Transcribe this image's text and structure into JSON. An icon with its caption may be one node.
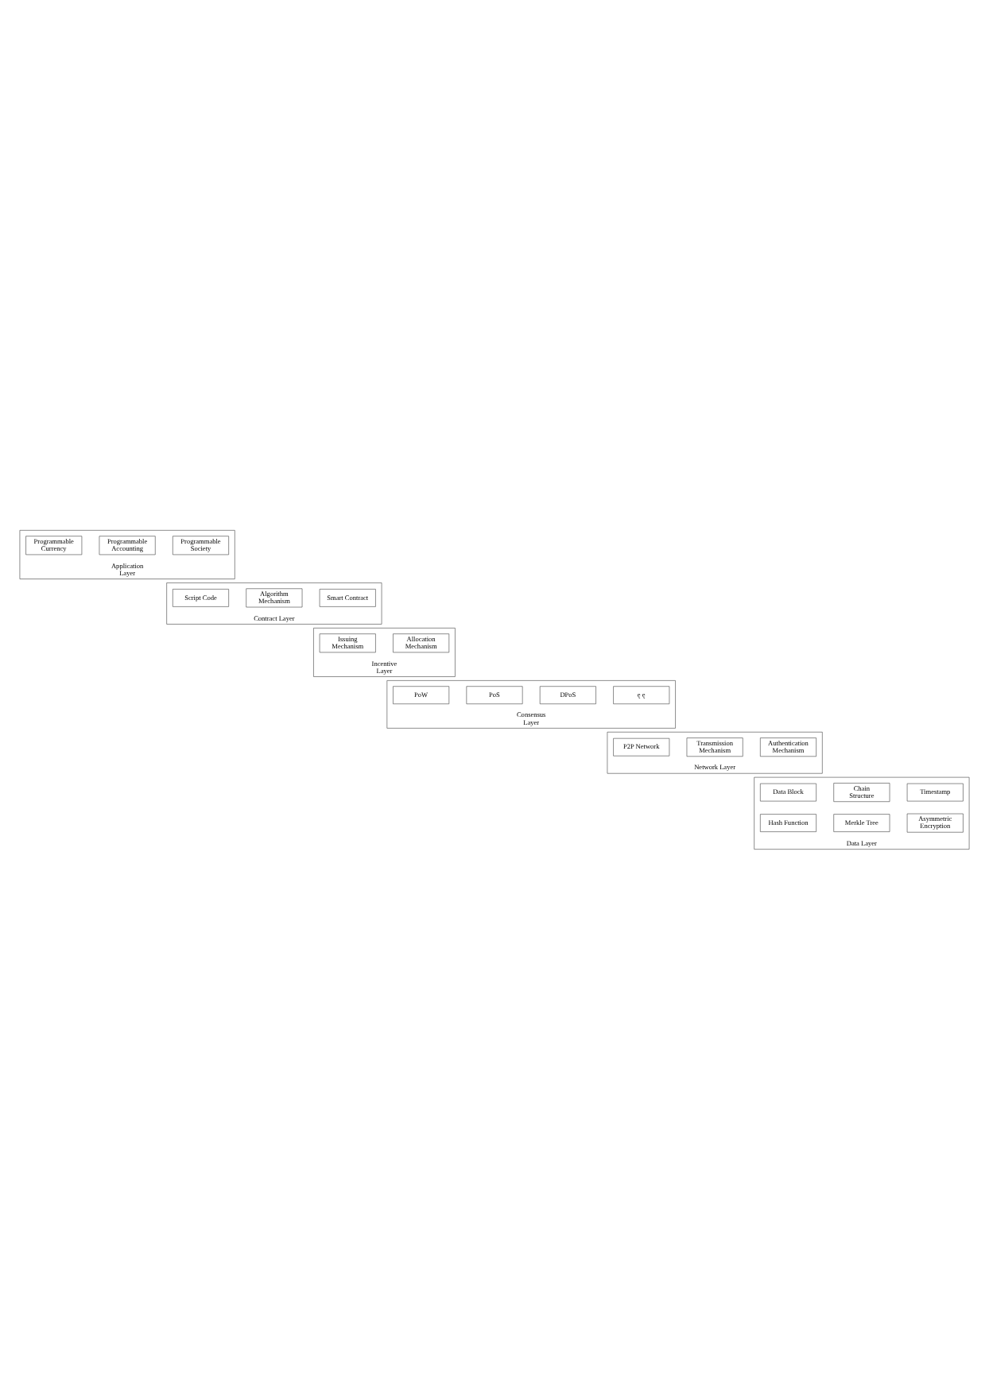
{
  "diagram": {
    "nodes": [
      {
        "text": [
          "Application Layer"
        ]
      },
      {
        "text": [
          "Programmable Currency"
        ],
        "in": 0
      },
      {
        "text": [
          "Programmable Accounting"
        ],
        "in": 0
      },
      {
        "text": [
          "Programmable Society"
        ],
        "in": 0
      },
      {
        "text": [
          "Contract Layer"
        ]
      },
      {
        "text": [
          "Script Code"
        ],
        "in": 4
      },
      {
        "text": [
          "Algorithm Mechanism"
        ],
        "in": 4
      },
      {
        "text": [
          "Smart Contract"
        ],
        "in": 4
      },
      {
        "text": [
          "Incentive Layer"
        ]
      },
      {
        "text": [
          "Issuing Mechanism"
        ],
        "in": 8
      },
      {
        "text": [
          "Allocation Mechanism"
        ],
        "in": 8
      },
      {
        "text": [
          "Consensus Layer"
        ]
      },
      {
        "text": [
          "PoW"
        ],
        "in": 11
      },
      {
        "text": [
          "PoS"
        ],
        "in": 11
      },
      {
        "text": [
          "DPoS"
        ],
        "in": 11
      },
      {
        "text": [
          "ę ę"
        ],
        "in": 11
      },
      {
        "text": [
          "Network Layer"
        ]
      },
      {
        "text": [
          "P2P Network"
        ],
        "in": 16
      },
      {
        "text": [
          "Transmission Mechanism"
        ],
        "in": 16
      },
      {
        "text": [
          "Authentication Mechanism"
        ],
        "in": 16
      },
      {
        "text": [
          "Data Layer"
        ]
      },
      {
        "text": [
          "Data Block"
        ],
        "in": 20
      },
      {
        "text": [
          "Chain Structure"
        ],
        "in": 20
      },
      {
        "text": [
          "Timestamp"
        ],
        "in": 20
      },
      {
        "text": [
          "Hash Function"
        ],
        "in": 20
      },
      {
        "text": [
          "Merkle Tree"
        ],
        "in": 20
      },
      {
        "text": [
          "Asymmetric Encryption"
        ],
        "in": 20
      }
    ],
    "edges": []
  }
}
